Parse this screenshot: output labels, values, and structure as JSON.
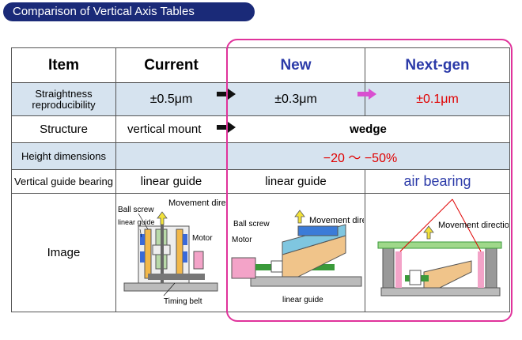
{
  "title": "Comparison of Vertical Axis Tables",
  "header": {
    "item": "Item",
    "current": "Current",
    "new": "New",
    "next": "Next-gen"
  },
  "rows": {
    "straightness": {
      "label": "Straightness reproducibility",
      "current": "±0.5μm",
      "new": "±0.3μm",
      "next": "±0.1μm"
    },
    "structure": {
      "label": "Structure",
      "current": "vertical mount",
      "new_next": "wedge"
    },
    "height": {
      "label": "Height dimensions",
      "value": "−20 〜 −50%"
    },
    "guide": {
      "label": "Vertical guide bearing",
      "current": "linear guide",
      "new": "linear guide",
      "next": "air bearing"
    },
    "image": {
      "label": "Image"
    }
  },
  "images": {
    "current": {
      "ball_screw": "Ball screw",
      "linear_guide": "linear guide",
      "movement": "Movement direction",
      "motor": "Motor",
      "timing_belt": "Timing belt"
    },
    "new": {
      "ball_screw": "Ball screw",
      "motor": "Motor",
      "movement": "Movement direction",
      "linear_guide": "linear guide"
    },
    "next": {
      "movement": "Movement direction"
    }
  },
  "colors": {
    "title_bg": "#1a2a78",
    "highlight": "#e0339b",
    "row_shade": "#d6e3ef",
    "accent_red": "#e00000",
    "accent_blue": "#2b3aa8"
  }
}
